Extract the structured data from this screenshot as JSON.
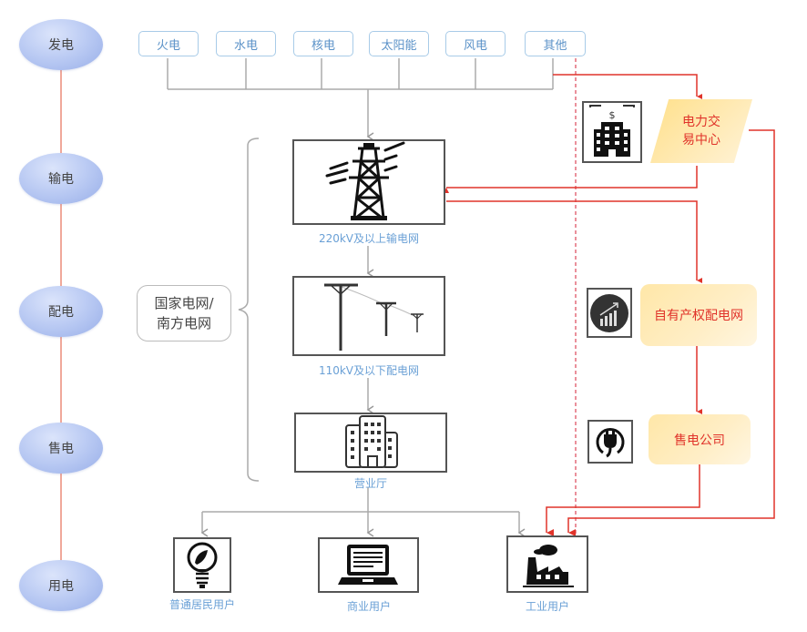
{
  "stages": [
    {
      "label": "发电"
    },
    {
      "label": "输电"
    },
    {
      "label": "配电"
    },
    {
      "label": "售电"
    },
    {
      "label": "用电"
    }
  ],
  "sources": [
    {
      "label": "火电"
    },
    {
      "label": "水电"
    },
    {
      "label": "核电"
    },
    {
      "label": "太阳能"
    },
    {
      "label": "风电"
    },
    {
      "label": "其他"
    }
  ],
  "grid_operator": {
    "line1": "国家电网/",
    "line2": "南方电网"
  },
  "state_grid_nodes": {
    "transmission": {
      "icon": "transmission-tower-icon",
      "caption": "220kV及以上输电网"
    },
    "distribution": {
      "icon": "utility-poles-icon",
      "caption": "110kV及以下配电网"
    },
    "service_hall": {
      "icon": "office-building-icon",
      "caption": "营业厅"
    }
  },
  "market_nodes": {
    "trading_center": {
      "icon": "bank-building-dollar-icon",
      "line1": "电力交",
      "line2": "易中心"
    },
    "private_grid": {
      "icon": "growth-chart-icon",
      "label": "自有产权配电网"
    },
    "retail_company": {
      "icon": "power-plug-icon",
      "label": "售电公司"
    }
  },
  "consumers": [
    {
      "icon": "lightbulb-leaf-icon",
      "label": "普通居民用户"
    },
    {
      "icon": "laptop-icon",
      "label": "商业用户"
    },
    {
      "icon": "factory-icon",
      "label": "工业用户"
    }
  ],
  "colors": {
    "stage_fill": "#b6c7f2",
    "timeline": "#f0a89a",
    "source_border": "#a8cbe8",
    "source_text": "#5b92c8",
    "caption_text": "#6aa0d6",
    "gray_line": "#aaaaaa",
    "red_line": "#e0332a",
    "orange_fill": "#ffe7a8"
  }
}
